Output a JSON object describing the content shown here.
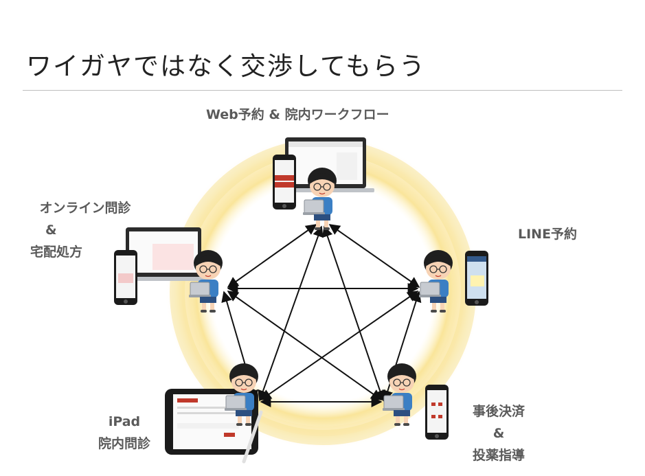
{
  "slide": {
    "title": "ワイガヤではなく交渉してもらう"
  },
  "nodes": {
    "top": {
      "label": "Web予約 & 院内ワークフロー"
    },
    "left": {
      "line1": "オンライン問診",
      "line2": "&",
      "line3": "宅配処方"
    },
    "right": {
      "label": "LINE予約"
    },
    "bottom_left": {
      "line1": "iPad",
      "line2": "院内問診"
    },
    "bottom_right": {
      "line1": "事後決済",
      "line2": "&",
      "line3": "投薬指導"
    }
  },
  "colors": {
    "background_ring": "#f6d66a",
    "arrow": "#111111",
    "label_text": "#5a5a5a",
    "shirt": "#3b7fc4",
    "hair": "#1f1f1f"
  }
}
